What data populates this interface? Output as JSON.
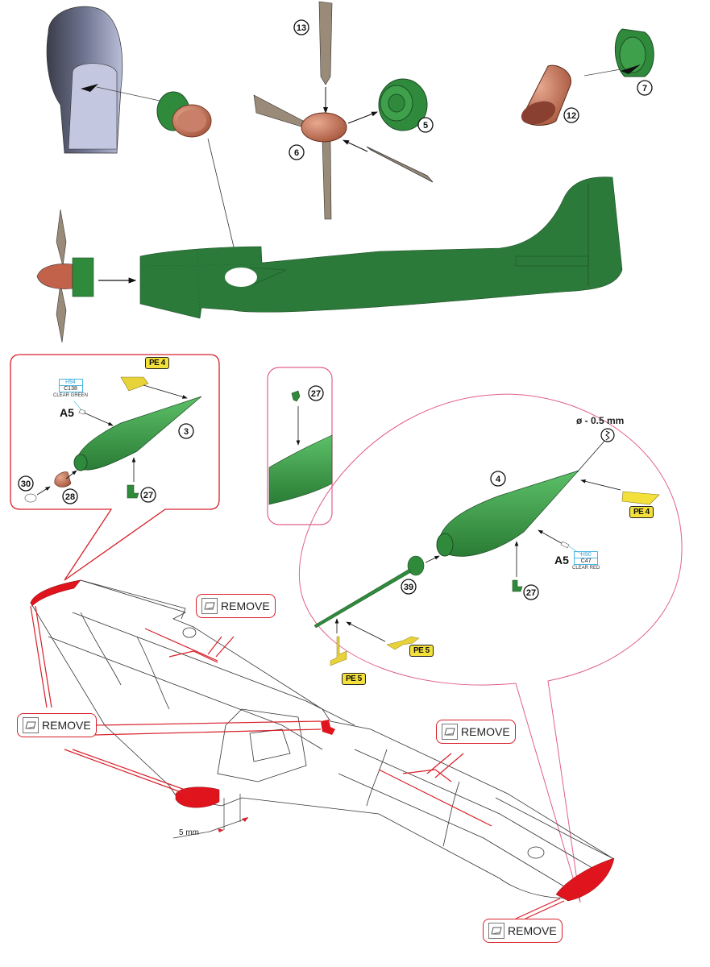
{
  "title": "P-51 assembly instruction diagram",
  "colors": {
    "part_green": "#2f8a3c",
    "part_green_dark": "#2b6e37",
    "part_copper": "#b86a52",
    "prop_blade": "#9a8a78",
    "engine_grey": "#b9bdd8",
    "pe_yellow": "#f4e03a",
    "remove_red": "#d8202a",
    "callout_pink": "#e0608a",
    "paint_blue": "#3aa6d6"
  },
  "parts": {
    "p13": "13",
    "p6": "6",
    "p5": "5",
    "p12": "12",
    "p7": "7",
    "p3": "3",
    "p30": "30",
    "p28": "28",
    "p27_left": "27",
    "p27_mid": "27",
    "p4": "4",
    "p39": "39",
    "p27_right": "27"
  },
  "photoetch": {
    "pe4_left": "PE 4",
    "pe4_right": "PE 4",
    "pe5_a": "PE 5",
    "pe5_b": "PE 5"
  },
  "clear_parts": {
    "left": {
      "label": "A5",
      "code1": "H94",
      "code2": "C138",
      "name": "CLEAR GREEN"
    },
    "right": {
      "label": "A5",
      "code1": "H90",
      "code2": "C47",
      "name": "CLEAR RED"
    }
  },
  "drill": {
    "label": "ø - 0.5 mm",
    "icon": "drill-icon"
  },
  "dimension": {
    "label": "5 mm"
  },
  "remove_callouts": [
    {
      "label": "REMOVE",
      "icon": "remove-cut-icon"
    },
    {
      "label": "REMOVE",
      "icon": "remove-cut-icon"
    },
    {
      "label": "REMOVE",
      "icon": "remove-cut-icon"
    },
    {
      "label": "REMOVE",
      "icon": "remove-cut-icon"
    }
  ]
}
